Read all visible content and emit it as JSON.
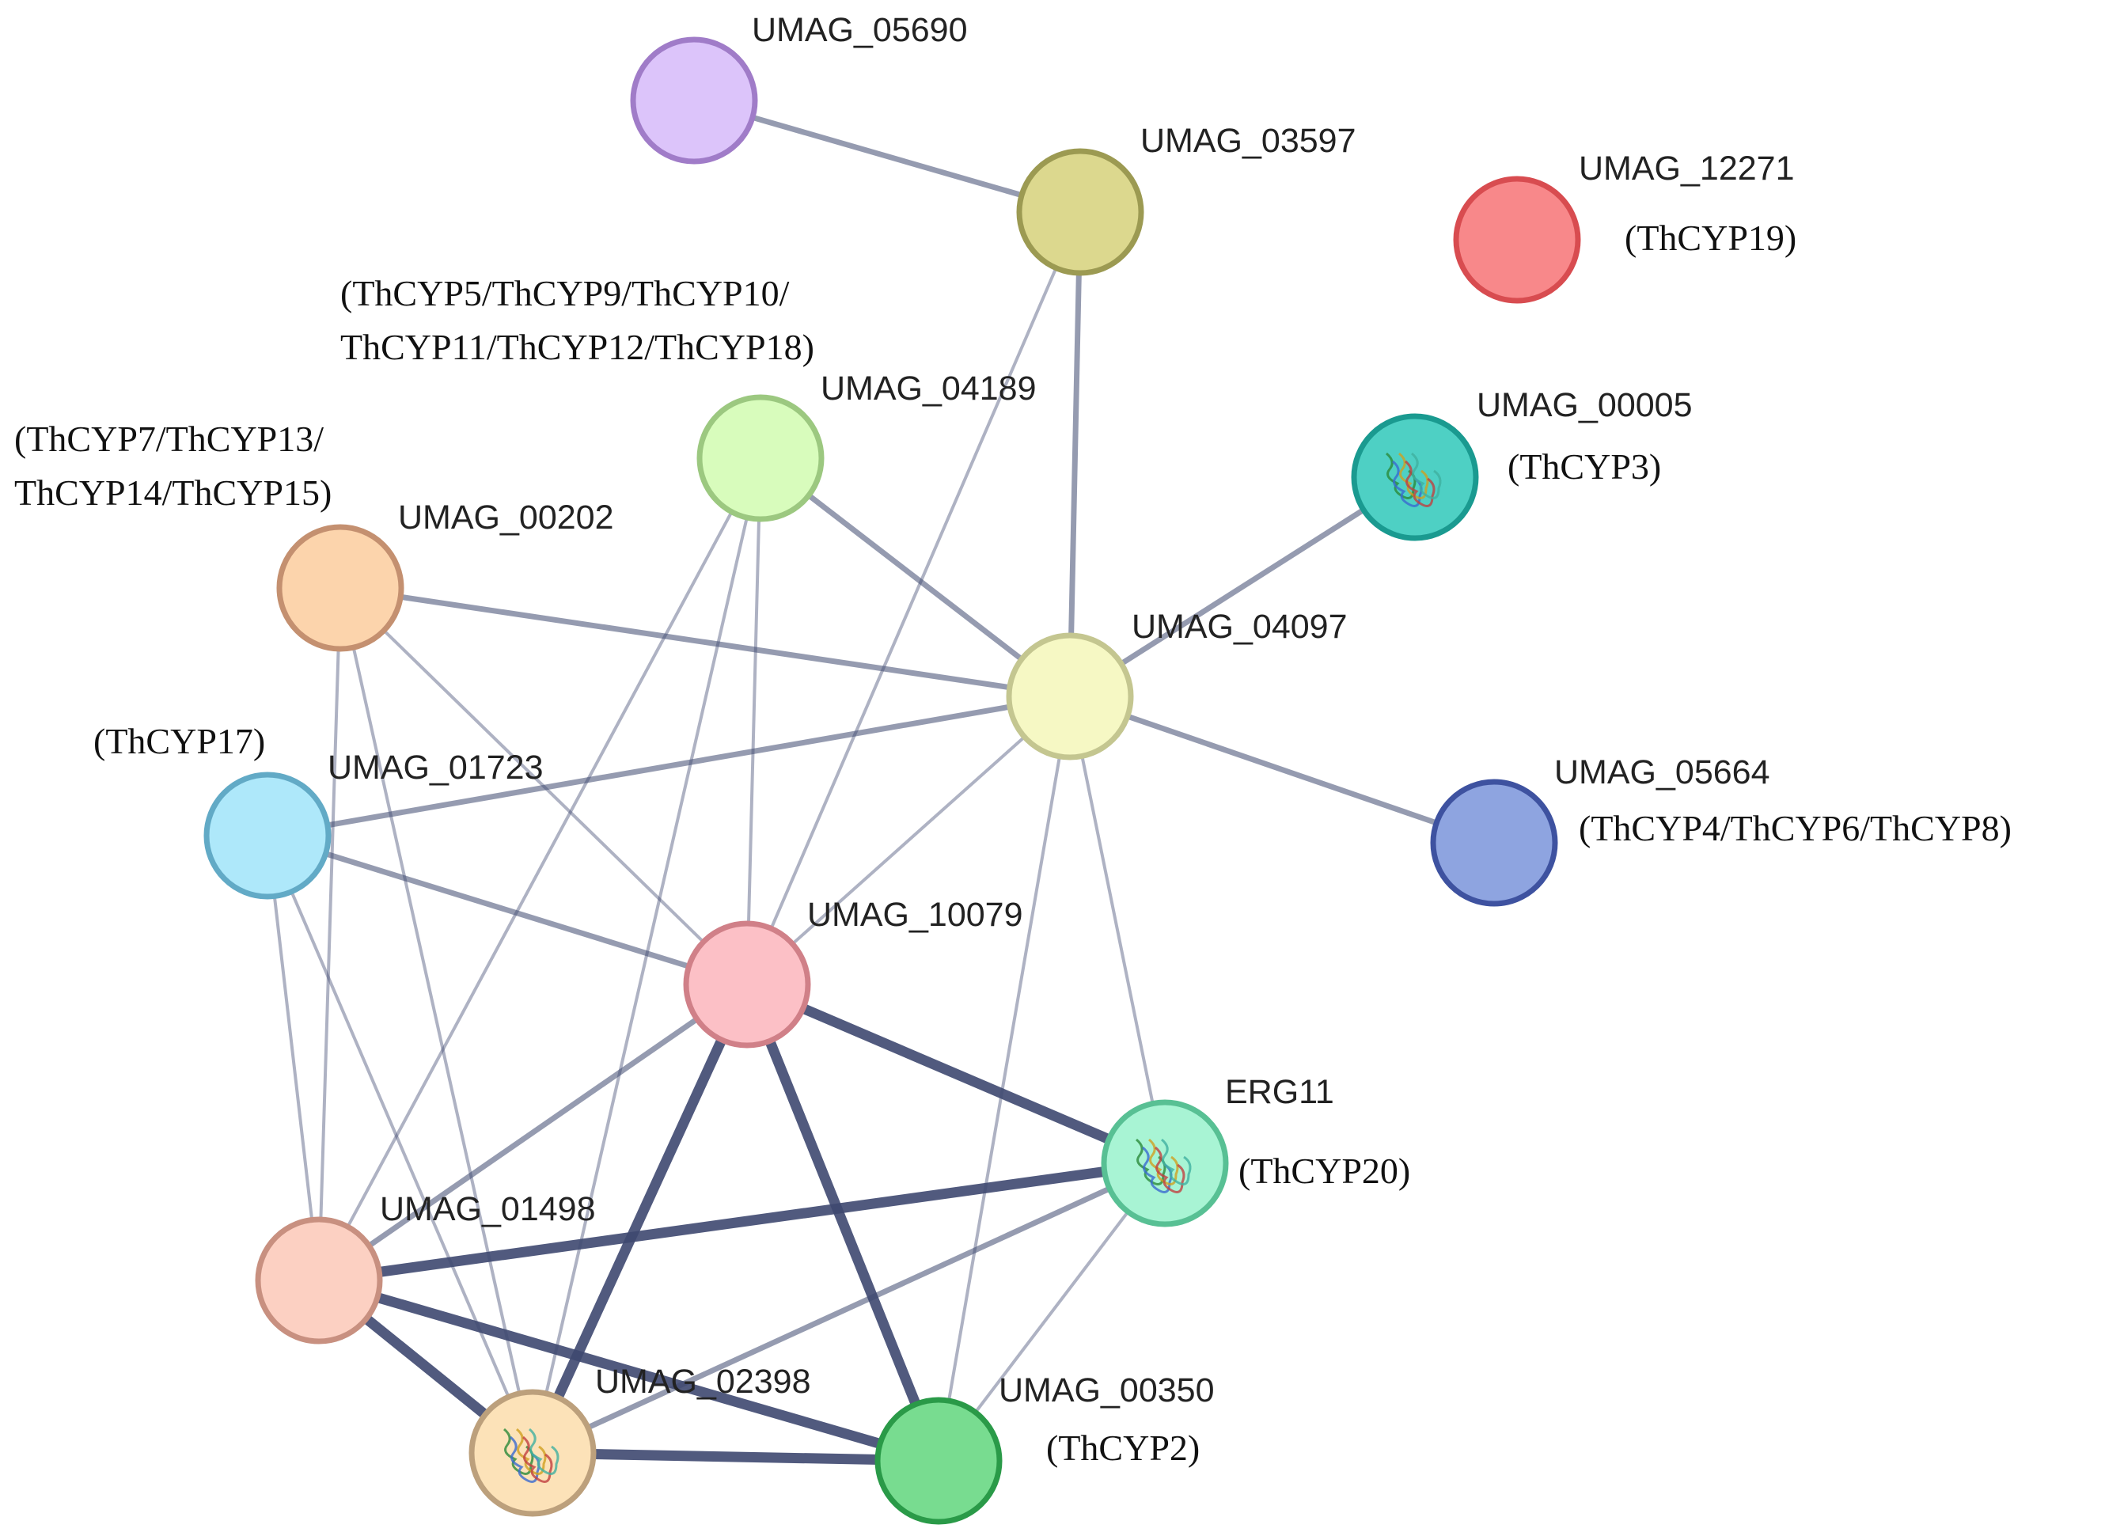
{
  "network": {
    "nodes": [
      {
        "id": "UMAG_05690",
        "label": "UMAG_05690",
        "alias": [],
        "fill": "#dcc4fa",
        "stroke": "#a07cc8",
        "structure": false
      },
      {
        "id": "UMAG_03597",
        "label": "UMAG_03597",
        "alias": [],
        "fill": "#dcd88e",
        "stroke": "#9c9a52",
        "structure": false
      },
      {
        "id": "UMAG_12271",
        "label": "UMAG_12271",
        "alias": [
          "(ThCYP19)"
        ],
        "fill": "#f8888a",
        "stroke": "#d84c50",
        "structure": false
      },
      {
        "id": "UMAG_04189",
        "label": "UMAG_04189",
        "alias": [
          "(ThCYP5/ThCYP9/ThCYP10/",
          "ThCYP11/ThCYP12/ThCYP18)"
        ],
        "fill": "#d8fcbc",
        "stroke": "#9cc880",
        "structure": false
      },
      {
        "id": "UMAG_00005",
        "label": "UMAG_00005",
        "alias": [
          "(ThCYP3)"
        ],
        "fill": "#4ed0c4",
        "stroke": "#1a9a90",
        "structure": true
      },
      {
        "id": "UMAG_00202",
        "label": "UMAG_00202",
        "alias": [
          "(ThCYP7/ThCYP13/",
          "ThCYP14/ThCYP15)"
        ],
        "fill": "#fcd4ac",
        "stroke": "#c49070",
        "structure": false
      },
      {
        "id": "UMAG_04097",
        "label": "UMAG_04097",
        "alias": [],
        "fill": "#f6f8c4",
        "stroke": "#c4c690",
        "structure": false
      },
      {
        "id": "UMAG_01723",
        "label": "UMAG_01723",
        "alias": [
          "(ThCYP17)"
        ],
        "fill": "#aee8fa",
        "stroke": "#62aac6",
        "structure": false
      },
      {
        "id": "UMAG_05664",
        "label": "UMAG_05664",
        "alias": [
          "(ThCYP4/ThCYP6/ThCYP8)"
        ],
        "fill": "#8ea4e0",
        "stroke": "#3e52a0",
        "structure": false
      },
      {
        "id": "UMAG_10079",
        "label": "UMAG_10079",
        "alias": [],
        "fill": "#fcc0c6",
        "stroke": "#d08088",
        "structure": false
      },
      {
        "id": "ERG11",
        "label": "ERG11",
        "alias": [
          "(ThCYP20)"
        ],
        "fill": "#a8f4d4",
        "stroke": "#58c094",
        "structure": true
      },
      {
        "id": "UMAG_01498",
        "label": "UMAG_01498",
        "alias": [],
        "fill": "#fcd0c2",
        "stroke": "#c89080",
        "structure": false
      },
      {
        "id": "UMAG_02398",
        "label": "UMAG_02398",
        "alias": [],
        "fill": "#fce2b8",
        "stroke": "#bca07c",
        "structure": true
      },
      {
        "id": "UMAG_00350",
        "label": "UMAG_00350",
        "alias": [
          "(ThCYP2)"
        ],
        "fill": "#78dc90",
        "stroke": "#2a9a48",
        "structure": false
      }
    ],
    "edges": [
      {
        "source": "UMAG_05690",
        "target": "UMAG_03597",
        "strength": "medium"
      },
      {
        "source": "UMAG_03597",
        "target": "UMAG_04097",
        "strength": "medium"
      },
      {
        "source": "UMAG_03597",
        "target": "UMAG_10079",
        "strength": "weak"
      },
      {
        "source": "UMAG_04189",
        "target": "UMAG_04097",
        "strength": "medium"
      },
      {
        "source": "UMAG_04189",
        "target": "UMAG_10079",
        "strength": "weak"
      },
      {
        "source": "UMAG_04189",
        "target": "UMAG_01498",
        "strength": "weak"
      },
      {
        "source": "UMAG_04189",
        "target": "UMAG_02398",
        "strength": "weak"
      },
      {
        "source": "UMAG_00005",
        "target": "UMAG_04097",
        "strength": "medium"
      },
      {
        "source": "UMAG_00202",
        "target": "UMAG_04097",
        "strength": "medium"
      },
      {
        "source": "UMAG_00202",
        "target": "UMAG_10079",
        "strength": "weak"
      },
      {
        "source": "UMAG_00202",
        "target": "UMAG_01498",
        "strength": "weak"
      },
      {
        "source": "UMAG_00202",
        "target": "UMAG_02398",
        "strength": "weak"
      },
      {
        "source": "UMAG_01723",
        "target": "UMAG_04097",
        "strength": "medium"
      },
      {
        "source": "UMAG_01723",
        "target": "UMAG_10079",
        "strength": "medium"
      },
      {
        "source": "UMAG_01723",
        "target": "UMAG_01498",
        "strength": "weak"
      },
      {
        "source": "UMAG_01723",
        "target": "UMAG_02398",
        "strength": "weak"
      },
      {
        "source": "UMAG_04097",
        "target": "UMAG_05664",
        "strength": "medium"
      },
      {
        "source": "UMAG_04097",
        "target": "UMAG_10079",
        "strength": "weak"
      },
      {
        "source": "UMAG_04097",
        "target": "ERG11",
        "strength": "weak"
      },
      {
        "source": "UMAG_04097",
        "target": "UMAG_00350",
        "strength": "weak"
      },
      {
        "source": "UMAG_10079",
        "target": "ERG11",
        "strength": "strong"
      },
      {
        "source": "UMAG_10079",
        "target": "UMAG_01498",
        "strength": "medium"
      },
      {
        "source": "UMAG_10079",
        "target": "UMAG_02398",
        "strength": "strong"
      },
      {
        "source": "UMAG_10079",
        "target": "UMAG_00350",
        "strength": "strong"
      },
      {
        "source": "ERG11",
        "target": "UMAG_01498",
        "strength": "strong"
      },
      {
        "source": "ERG11",
        "target": "UMAG_02398",
        "strength": "medium"
      },
      {
        "source": "ERG11",
        "target": "UMAG_00350",
        "strength": "weak"
      },
      {
        "source": "UMAG_01498",
        "target": "UMAG_02398",
        "strength": "strong"
      },
      {
        "source": "UMAG_01498",
        "target": "UMAG_00350",
        "strength": "strong"
      },
      {
        "source": "UMAG_02398",
        "target": "UMAG_00350",
        "strength": "strong"
      }
    ]
  },
  "colors": {
    "edge": "#3e4870",
    "background": "#ffffff"
  }
}
